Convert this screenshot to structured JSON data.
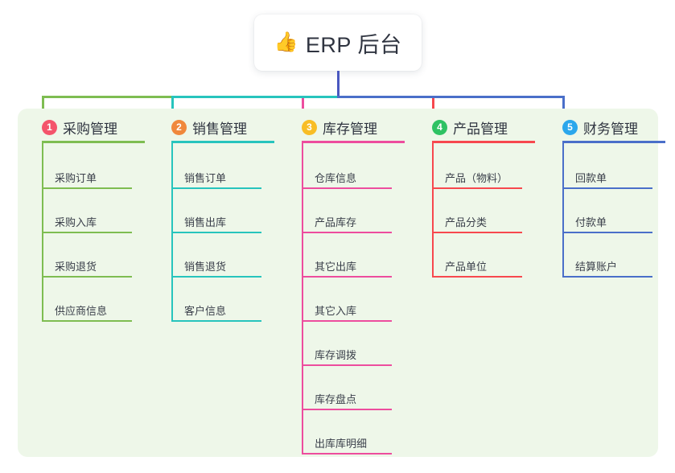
{
  "root": {
    "icon": "thumbs-up-icon",
    "icon_glyph": "👍",
    "title": "ERP 后台"
  },
  "theme": {
    "panel_bg": "#eef7e9",
    "root_stem": "#4a58c0",
    "text": "#2f3440"
  },
  "columns": [
    {
      "index": "1",
      "title": "采购管理",
      "badge_color": "#f4546b",
      "line_color": "#7ebd51",
      "items": [
        {
          "label": "采购订单"
        },
        {
          "label": "采购入库"
        },
        {
          "label": "采购退货"
        },
        {
          "label": "供应商信息"
        }
      ]
    },
    {
      "index": "2",
      "title": "销售管理",
      "badge_color": "#f0883c",
      "line_color": "#27c4bd",
      "items": [
        {
          "label": "销售订单"
        },
        {
          "label": "销售出库"
        },
        {
          "label": "销售退货"
        },
        {
          "label": "客户信息"
        }
      ]
    },
    {
      "index": "3",
      "title": "库存管理",
      "badge_color": "#f8bd25",
      "line_color": "#ed4d9e",
      "items": [
        {
          "label": "仓库信息"
        },
        {
          "label": "产品库存"
        },
        {
          "label": "其它出库"
        },
        {
          "label": "其它入库"
        },
        {
          "label": "库存调拨"
        },
        {
          "label": "库存盘点"
        },
        {
          "label": "出库库明细"
        }
      ]
    },
    {
      "index": "4",
      "title": "产品管理",
      "badge_color": "#2ec263",
      "line_color": "#f7484e",
      "items": [
        {
          "label": "产品（物料）"
        },
        {
          "label": "产品分类"
        },
        {
          "label": "产品单位"
        }
      ]
    },
    {
      "index": "5",
      "title": "财务管理",
      "badge_color": "#2ba7ec",
      "line_color": "#4a6fc9",
      "items": [
        {
          "label": "回款单"
        },
        {
          "label": "付款单"
        },
        {
          "label": "结算账户"
        }
      ]
    }
  ]
}
